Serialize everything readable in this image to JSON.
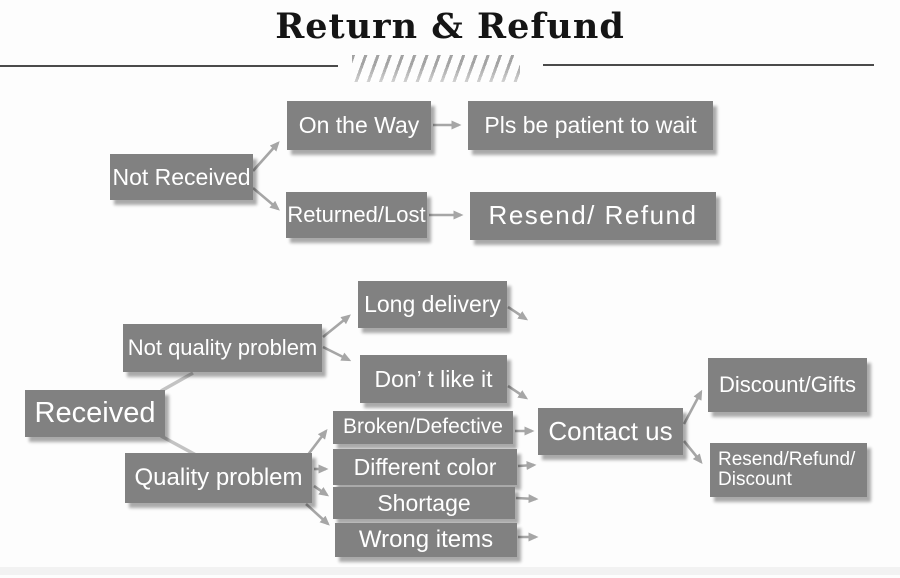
{
  "title": "Return & Refund",
  "colors": {
    "box": "#818181",
    "boxtext": "#ffffff",
    "arrow": "#a6a6a6",
    "connector": "#c3c3c3",
    "title": "#151515",
    "line": "#4a4a4a",
    "hatch": "#a3a3a3"
  },
  "nodes": {
    "not_received": {
      "label": "Not Received"
    },
    "on_the_way": {
      "label": "On the Way"
    },
    "pls_wait": {
      "label": "Pls be patient to wait"
    },
    "returned_lost": {
      "label": "Returned/Lost"
    },
    "resend_refund": {
      "label": "Resend/ Refund"
    },
    "received": {
      "label": "Received"
    },
    "not_quality": {
      "label": "Not quality problem"
    },
    "quality": {
      "label": "Quality problem"
    },
    "long_delivery": {
      "label": "Long delivery"
    },
    "dont_like": {
      "label": "Don’ t like it"
    },
    "broken": {
      "label": "Broken/Defective"
    },
    "different_color": {
      "label": "Different color"
    },
    "shortage": {
      "label": "Shortage"
    },
    "wrong_items": {
      "label": "Wrong items"
    },
    "contact_us": {
      "label": "Contact us"
    },
    "discount_gifts": {
      "label": "Discount/Gifts"
    },
    "resend_refund_discount": {
      "line1": "Resend/Refund/",
      "line2": "Discount"
    }
  }
}
